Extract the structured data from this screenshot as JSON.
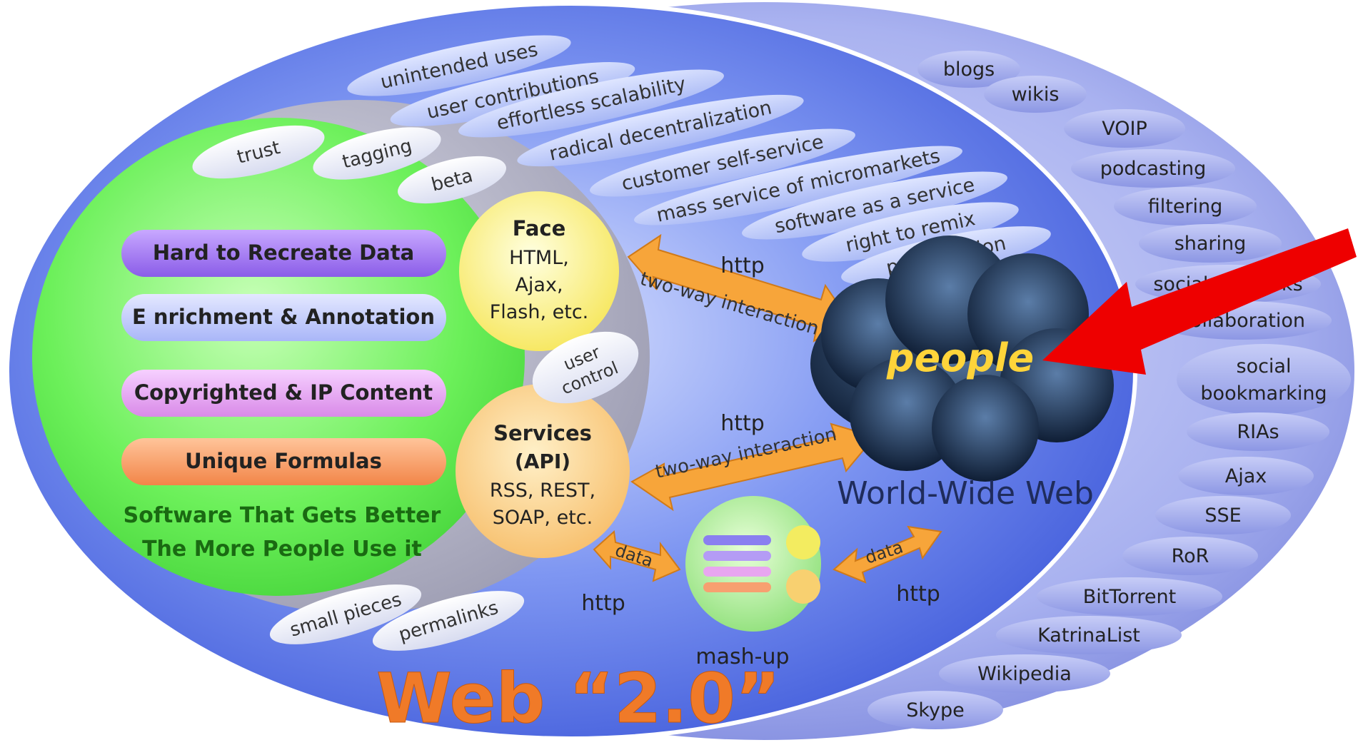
{
  "core": {
    "items": [
      "Hard to Recreate Data",
      "E nrichment & Annotation",
      "Copyrighted & IP Content",
      "Unique Formulas"
    ],
    "tagline_line1": "Software That Gets Better",
    "tagline_line2": "The More People Use it"
  },
  "face": {
    "title": "Face",
    "line1": "HTML,",
    "line2": "Ajax,",
    "line3": "Flash, etc."
  },
  "services": {
    "title": "Services",
    "line1": "(API)",
    "line2": "RSS, REST,",
    "line3": "SOAP, etc."
  },
  "user_control": {
    "line1": "user",
    "line2": "control"
  },
  "inner_tags": {
    "trust": "trust",
    "tagging": "tagging",
    "beta": "beta",
    "small_pieces": "small pieces",
    "permalinks": "permalinks"
  },
  "principles": [
    "unintended uses",
    "user contributions",
    "effortless scalability",
    "radical decentralization",
    "customer self-service",
    "mass service of micromarkets",
    "software as a service",
    "right to remix",
    "participation"
  ],
  "links": {
    "http_top": "http",
    "http_mid": "http",
    "http_bottom_left": "http",
    "http_bottom_right": "http",
    "twoway_top": "two-way interaction",
    "twoway_mid": "two-way interaction",
    "data_left": "data",
    "data_right": "data"
  },
  "people": "people",
  "www": "World-Wide Web",
  "mashup": "mash-up",
  "title": "Web “2.0”",
  "technologies": [
    "blogs",
    "wikis",
    "VOIP",
    "podcasting",
    "filtering",
    "sharing",
    "social networks",
    "collaboration",
    "social",
    "bookmarking",
    "RIAs",
    "Ajax",
    "SSE",
    "RoR",
    "BitTorrent",
    "KatrinaList",
    "Wikipedia",
    "Skype"
  ],
  "colors": {
    "outer_ring": "#8f9ce8",
    "core_green": "#66ee55",
    "item1": "#9b6ff0",
    "item2": "#b9c4ff",
    "item3": "#e59ff0",
    "item4": "#f7935a",
    "title_orange": "#f07a28",
    "people_yellow": "#ffd43a",
    "arrow_red": "#ee0000",
    "arrow_orange": "#f7a53a"
  },
  "icons": [
    "people-cloud-icon",
    "mashup-icon",
    "red-pointer-arrow-icon"
  ]
}
